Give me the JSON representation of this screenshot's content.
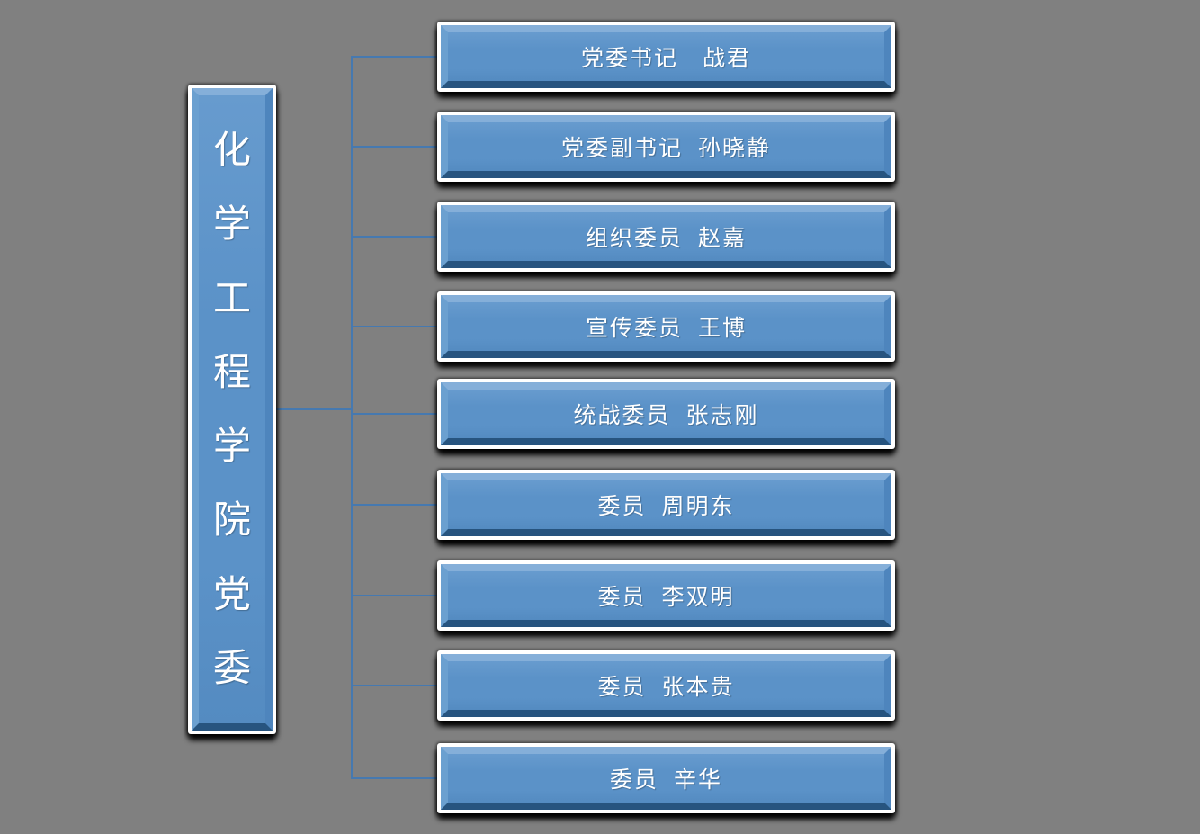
{
  "diagram": {
    "type": "org-chart",
    "root": {
      "label": "化学工程学院党委"
    },
    "members": [
      {
        "role": "党委书记",
        "name": "战君",
        "label": "党委书记　战君"
      },
      {
        "role": "党委副书记",
        "name": "孙晓静",
        "label": "党委副书记 孙晓静"
      },
      {
        "role": "组织委员",
        "name": "赵嘉",
        "label": "组织委员 赵嘉"
      },
      {
        "role": "宣传委员",
        "name": "王博",
        "label": "宣传委员 王博"
      },
      {
        "role": "统战委员",
        "name": "张志刚",
        "label": "统战委员 张志刚"
      },
      {
        "role": "委员",
        "name": "周明东",
        "label": "委员 周明东"
      },
      {
        "role": "委员",
        "name": "李双明",
        "label": "委员 李双明"
      },
      {
        "role": "委员",
        "name": "张本贵",
        "label": "委员 张本贵"
      },
      {
        "role": "委员",
        "name": "辛华",
        "label": "委员 辛华"
      }
    ]
  },
  "colors": {
    "bg": "#808080",
    "frame_white": "#ffffff",
    "fill": "#5b92c8",
    "fill_light": "#679bce",
    "fill_deep": "#548bc1",
    "bevel_top": "#85afd9",
    "bevel_left": "#6ba0d0",
    "bevel_right": "#4e85bd",
    "bevel_bottom": "#27547f",
    "connector": "#4679b0",
    "text": "#ffffff"
  }
}
